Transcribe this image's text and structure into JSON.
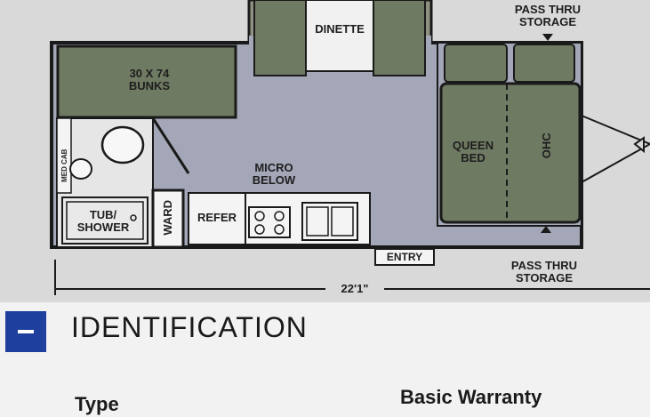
{
  "floorplan": {
    "labels": {
      "dinette": "DINETTE",
      "pass_thru_top": "PASS THRU\nSTORAGE",
      "bunks": "30 X 74\nBUNKS",
      "queen_bed": "QUEEN\nBED",
      "ohc": "OHC",
      "med_cab": "MED CAB",
      "micro_below": "MICRO\nBELOW",
      "tub_shower": "TUB/\nSHOWER",
      "ward": "WARD",
      "refer": "REFER",
      "entry": "ENTRY",
      "pass_thru_bottom": "PASS THRU\nSTORAGE",
      "length": "22'1\""
    },
    "colors": {
      "floor": "#a3a7b7",
      "furniture": "#6f7a62",
      "wall": "#1a1a1a",
      "counter": "#f4f4f4"
    }
  },
  "identification": {
    "title": "IDENTIFICATION",
    "type_label": "Type",
    "warranty_label": "Basic Warranty",
    "accent_color": "#1f3f9e"
  }
}
